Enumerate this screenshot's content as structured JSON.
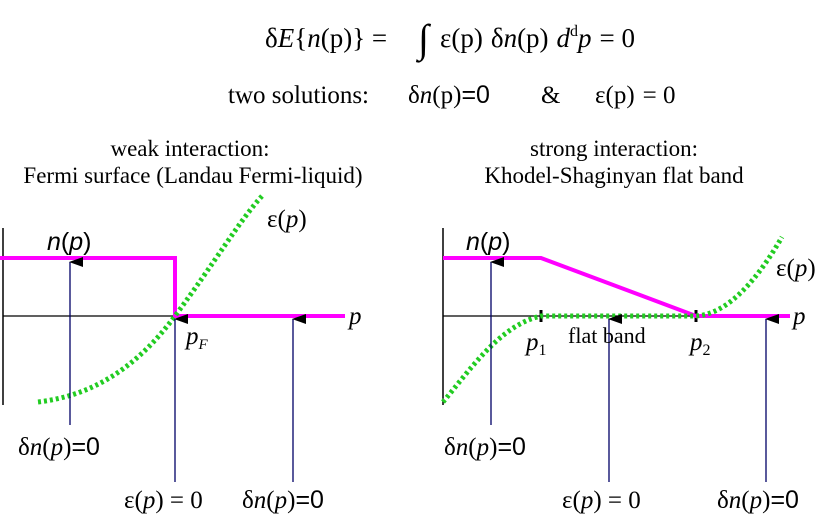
{
  "header": {
    "equation": {
      "delta": "δ",
      "E": "E",
      "open": "{",
      "n": "n",
      "p_paren": "(p)",
      "close": "} =",
      "integral": "∫",
      "eps": "ε",
      "eps_arg": "(p)",
      "delta2": "δ",
      "n2": "n",
      "n2_arg": "(p)",
      "d": "d",
      "d_sup": "d",
      "p": "p",
      "equals_zero": "= 0"
    },
    "solutions": {
      "label": "two solutions:",
      "first_delta": "δ",
      "first_n": "n",
      "first_arg": "(p)",
      "first_eq": "=0",
      "and": "&",
      "second_eps": "ε",
      "second_arg": "(p)",
      "second_eq": "= 0"
    }
  },
  "left_panel": {
    "title_line1": "weak interaction:",
    "title_line2": "Fermi surface (Landau Fermi-liquid)",
    "n_label": "n(p)",
    "eps_label": "ε(p)",
    "p_axis": "p",
    "pF_main": "p",
    "pF_sub": "F",
    "annot_left": "δn(p)=0",
    "annot_mid": "ε(p) = 0",
    "annot_right": "δn(p)=0"
  },
  "right_panel": {
    "title_line1": "strong interaction:",
    "title_line2": "Khodel-Shaginyan flat band",
    "n_label": "n(p)",
    "eps_label": "ε(p)",
    "p_axis": "p",
    "p1_main": "p",
    "p1_sub": "1",
    "p2_main": "p",
    "p2_sub": "2",
    "flat_band": "flat band",
    "annot_left": "δn(p)=0",
    "annot_mid": "ε(p) = 0",
    "annot_right": "δn(p)=0"
  },
  "colors": {
    "occupation": "#ff00ff",
    "dispersion": "#22cc22",
    "arrow": "#000066",
    "axis": "#000000"
  }
}
